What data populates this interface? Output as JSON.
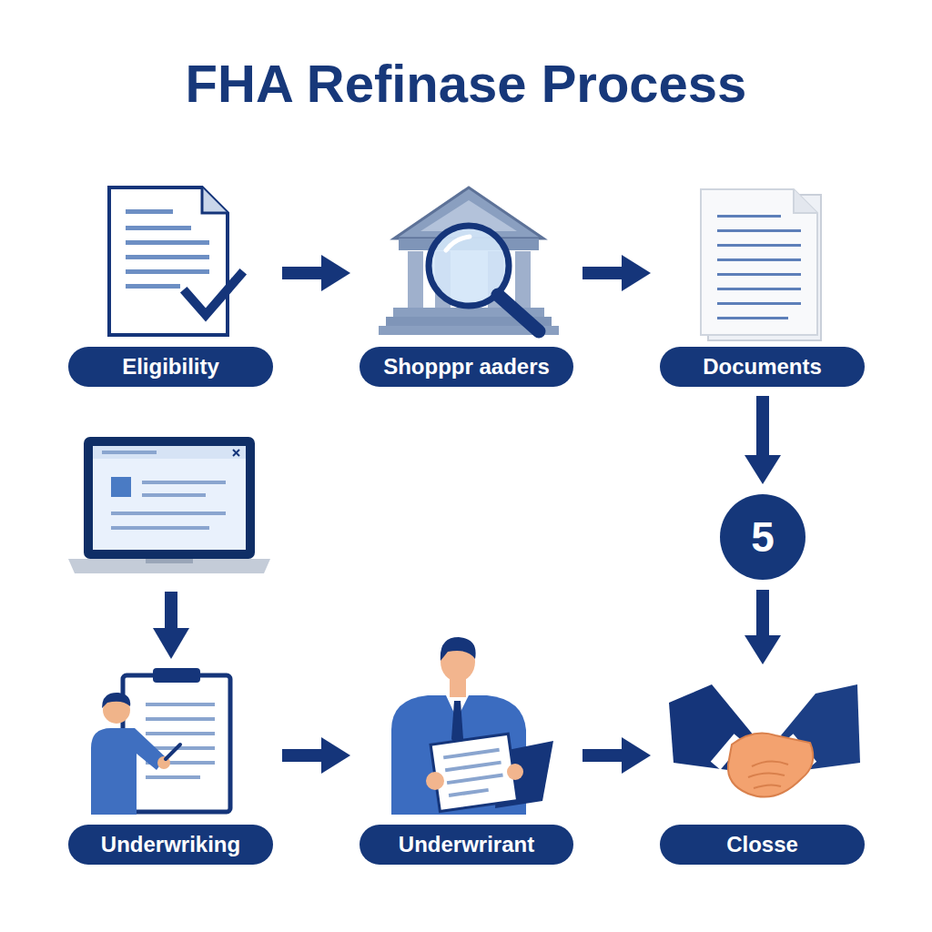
{
  "diagram": {
    "title": "FHA Refinase Process",
    "nodes": [
      {
        "text": [
          "Eligibility"
        ]
      },
      {
        "text": [
          "Shopppr aaders"
        ]
      },
      {
        "text": [
          "Documents"
        ]
      },
      {
        "text": [
          "5"
        ]
      },
      {
        "text": [
          "Underwriking"
        ]
      },
      {
        "text": [
          "Underwrirant"
        ]
      },
      {
        "text": [
          "Closse"
        ]
      }
    ],
    "edges": [
      {
        "from": 0,
        "to": 1,
        "arrow": "to"
      },
      {
        "from": 1,
        "to": 2,
        "arrow": "to"
      },
      {
        "from": 2,
        "to": 3,
        "arrow": "to"
      },
      {
        "from": 3,
        "to": 6,
        "arrow": "to"
      },
      {
        "from": 4,
        "to": 5,
        "arrow": "to"
      },
      {
        "from": 5,
        "to": 6,
        "arrow": "to"
      }
    ]
  }
}
